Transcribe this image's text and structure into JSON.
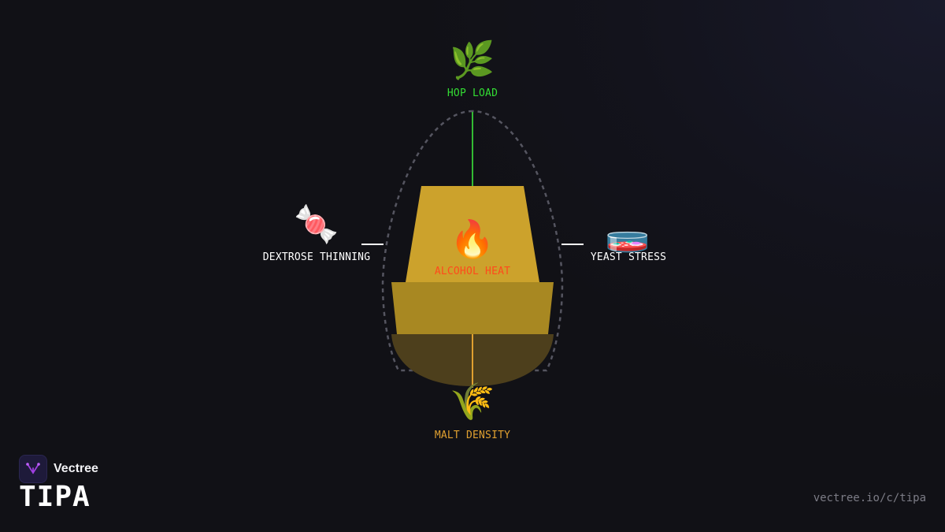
{
  "diagram": {
    "top": {
      "label": "HOP LOAD",
      "icon": "herb-icon",
      "glyph": "🌿",
      "color": "#33dd33"
    },
    "center": {
      "label": "ALCOHOL HEAT",
      "icon": "fire-icon",
      "glyph": "🔥",
      "color": "#ff4a1c"
    },
    "left": {
      "label": "DEXTROSE THINNING",
      "icon": "candy-icon",
      "glyph": "🍬",
      "color": "#ffffff"
    },
    "right": {
      "label": "YEAST STRESS",
      "icon": "petri-dish-icon",
      "glyph": "🧫",
      "color": "#ffffff"
    },
    "bottom": {
      "label": "MALT DENSITY",
      "icon": "wheat-icon",
      "glyph": "🌾",
      "color": "#e0a030"
    },
    "colors": {
      "glass_top": "#cca22c",
      "glass_mid": "#a88822",
      "glass_bottom": "#4d3f1c",
      "outline": "#555560",
      "top_connector": "#33bb33",
      "bottom_connector": "#e0a030",
      "side_connector": "#ffffff"
    }
  },
  "brand": {
    "name": "Vectree",
    "logo_icon": "vectree-logo-icon",
    "accent": "#a040e0"
  },
  "title": "TIPA",
  "url": "vectree.io/c/tipa"
}
